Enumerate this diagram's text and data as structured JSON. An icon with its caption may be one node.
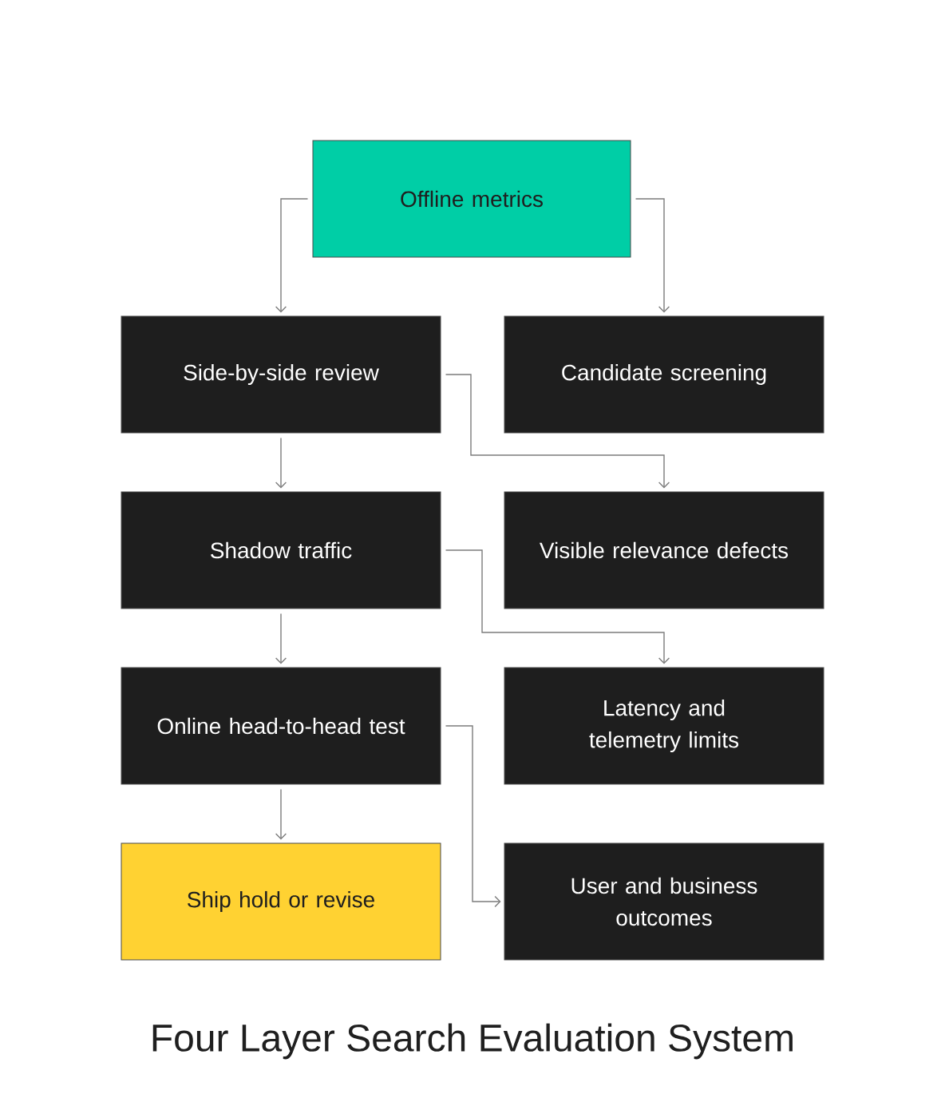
{
  "diagram": {
    "title": "Four Layer Search Evaluation System",
    "nodes": [
      {
        "text": [
          "Offline metrics"
        ]
      },
      {
        "text": [
          "Side-by-side review"
        ]
      },
      {
        "text": [
          "Candidate screening"
        ]
      },
      {
        "text": [
          "Shadow traffic"
        ]
      },
      {
        "text": [
          "Visible relevance defects"
        ]
      },
      {
        "text": [
          "Online head-to-head test"
        ]
      },
      {
        "text": [
          "Latency and telemetry limits"
        ]
      },
      {
        "text": [
          "Ship hold or revise"
        ]
      },
      {
        "text": [
          "User and business outcomes"
        ]
      }
    ],
    "edges": [
      {
        "from": 0,
        "to": 1,
        "arrow": "to"
      },
      {
        "from": 0,
        "to": 2,
        "arrow": "to"
      },
      {
        "from": 1,
        "to": 3,
        "arrow": "to"
      },
      {
        "from": 1,
        "to": 4,
        "arrow": "to"
      },
      {
        "from": 3,
        "to": 5,
        "arrow": "to"
      },
      {
        "from": 3,
        "to": 6,
        "arrow": "to"
      },
      {
        "from": 5,
        "to": 7,
        "arrow": "to"
      },
      {
        "from": 5,
        "to": 8,
        "arrow": "to"
      }
    ]
  }
}
